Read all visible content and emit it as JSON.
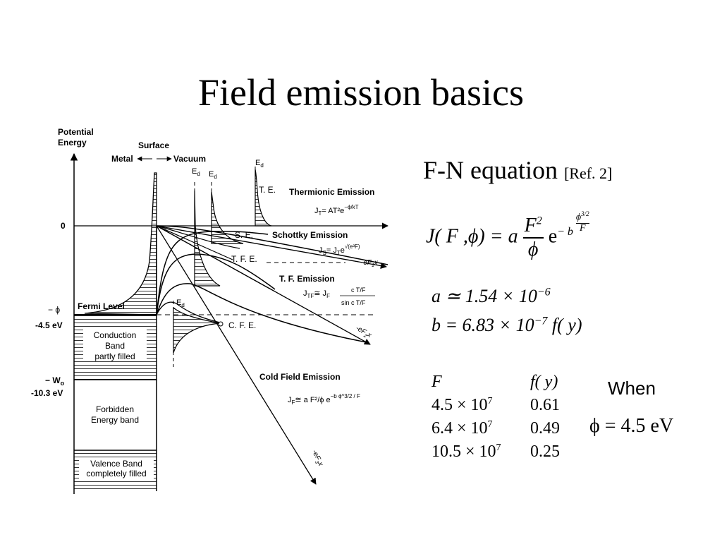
{
  "slide": {
    "title": "Field emission basics"
  },
  "diagram": {
    "axis_label_line1": "Potential",
    "axis_label_line2": "Energy",
    "surface": "Surface",
    "metal": "Metal",
    "vacuum": "Vacuum",
    "zero": "0",
    "minus_phi": "− ϕ",
    "fermi_value": "-4.5 eV",
    "minus_w0": "− W",
    "w0_sub": "o",
    "w0_value": "-10.3 eV",
    "fermi_level": "Fermi Level",
    "conduction_band": [
      "Conduction",
      "Band",
      "partly filled"
    ],
    "forbidden_band": [
      "Forbidden",
      "Energy band"
    ],
    "valence_band": [
      "Valence Band",
      "completely filled"
    ],
    "ed_label": "E",
    "ed_sub": "d",
    "te": "T. E.",
    "se": "S. E.",
    "tfe": "T. F. E.",
    "cfe": "C. F. E.",
    "thermionic": "Thermionic Emission",
    "schottky": "Schottky Emission",
    "tf_emission": "T. F. Emission",
    "cold_field": "Cold Field Emission",
    "jt_formula": "J",
    "jt_sub": "T",
    "jt_rhs": "= AT²e",
    "jt_exp": "−ϕ/kT",
    "js_formula": "J",
    "js_sub": "S",
    "js_rhs": "= J",
    "js_rhs_sub": "T",
    "js_rhs2": "e",
    "js_exp": "√(e³F)",
    "jtf_formula": "J",
    "jtf_sub": "TF",
    "jtf_rhs": "≅ J",
    "jtf_rhs_sub": "F",
    "jtf_num": "c T/F",
    "jtf_den": "sin c T/F",
    "jf_formula": "J",
    "jf_sub": "F",
    "jf_rhs": "≅ a F²/ϕ e",
    "jf_exp": "−b ϕ^3/2 / F",
    "line1": "-eF",
    "line1_sub": "1",
    "line1_x": "x",
    "line2": "-eF",
    "line2_sub": "2",
    "line2_x": "x",
    "line3": "-eF",
    "line3_sub": "3",
    "line3_x": "x"
  },
  "equations": {
    "heading": "F-N equation",
    "ref": "[Ref. 2]",
    "jfn_lhs": "J( F ,ϕ) = a",
    "jfn_num": "F",
    "jfn_num_exp": "2",
    "jfn_den": "ϕ",
    "jfn_e": "e",
    "jfn_exp_prefix": "− b",
    "jfn_exp_num": "ϕ",
    "jfn_exp_num_pow": "3/2",
    "jfn_exp_den": "F",
    "a_eq": "a ≃ 1.54 × 10",
    "a_exp": "−6",
    "b_eq": "b = 6.83 × 10",
    "b_exp": "−7",
    "b_tail": " f( y)"
  },
  "table": {
    "header_f": "F",
    "header_fy": "f( y)",
    "rows": [
      {
        "mant": "4.5 × 10",
        "exp": "7",
        "fy": "0.61"
      },
      {
        "mant": "6.4 × 10",
        "exp": "7",
        "fy": "0.49"
      },
      {
        "mant": "10.5 × 10",
        "exp": "7",
        "fy": "0.25"
      }
    ]
  },
  "when": {
    "label": "When",
    "phi_eq": "ϕ = 4.5  eV"
  }
}
